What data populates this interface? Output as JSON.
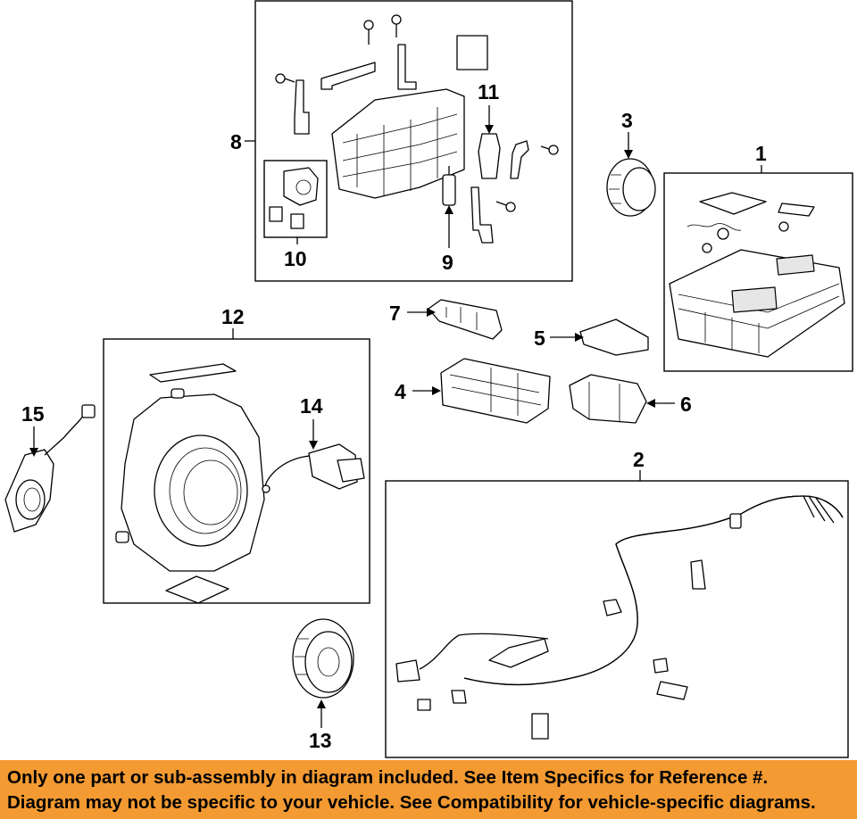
{
  "callouts": {
    "c1": "1",
    "c2": "2",
    "c3": "3",
    "c4": "4",
    "c5": "5",
    "c6": "6",
    "c7": "7",
    "c8": "8",
    "c9": "9",
    "c10": "10",
    "c11": "11",
    "c12": "12",
    "c13": "13",
    "c14": "14",
    "c15": "15"
  },
  "footer": {
    "line1": "Only one part or sub-assembly in diagram included. See Item Specifics for Reference #.",
    "line2": "Diagram may not be specific to your vehicle. See Compatibility for vehicle-specific diagrams."
  },
  "colors": {
    "footer_background": "#f39a32",
    "ink": "#000000",
    "background": "#ffffff"
  }
}
